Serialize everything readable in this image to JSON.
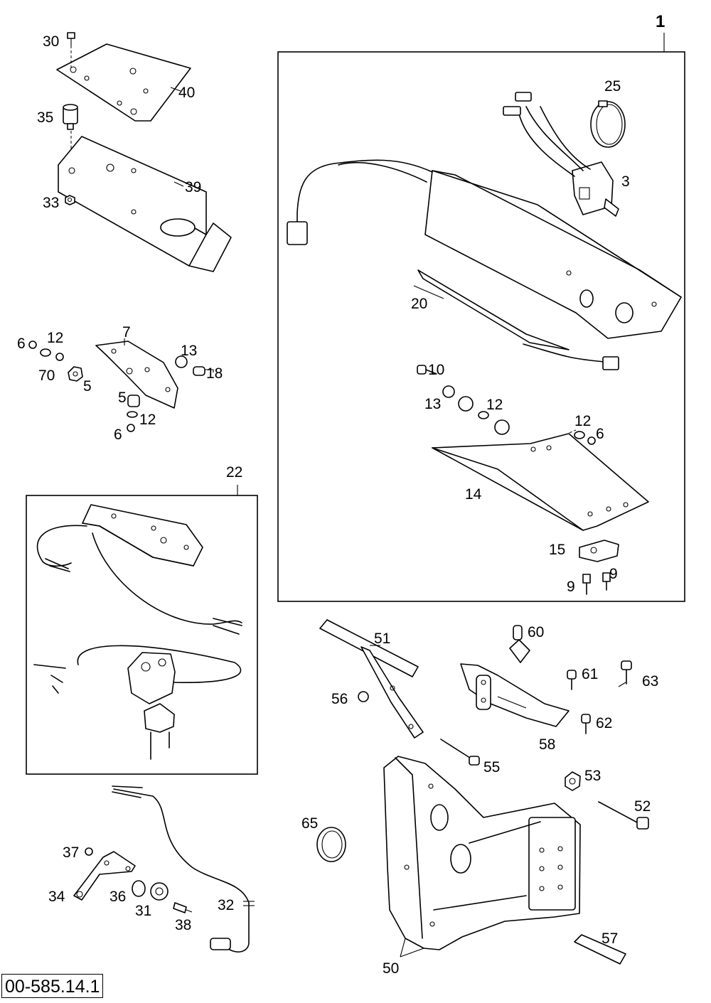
{
  "diagram": {
    "labels": {
      "p1": "1",
      "p3": "3",
      "p5a": "5",
      "p5b": "5",
      "p6a": "6",
      "p6b": "6",
      "p6c": "6",
      "p7": "7",
      "p9a": "9",
      "p9b": "9",
      "p10": "10",
      "p12a": "12",
      "p12b": "12",
      "p12c": "12",
      "p12d": "12",
      "p13a": "13",
      "p13b": "13",
      "p14": "14",
      "p15": "15",
      "p18": "18",
      "p20": "20",
      "p22": "22",
      "p25": "25",
      "p30": "30",
      "p31": "31",
      "p32": "32",
      "p33": "33",
      "p34": "34",
      "p35": "35",
      "p36": "36",
      "p37": "37",
      "p38": "38",
      "p39": "39",
      "p40": "40",
      "p50": "50",
      "p51": "51",
      "p52": "52",
      "p53": "53",
      "p55": "55",
      "p56": "56",
      "p57": "57",
      "p58": "58",
      "p60": "60",
      "p61": "61",
      "p62": "62",
      "p63": "63",
      "p65": "65",
      "p70": "70"
    },
    "document_id": "00-585.14.1"
  }
}
